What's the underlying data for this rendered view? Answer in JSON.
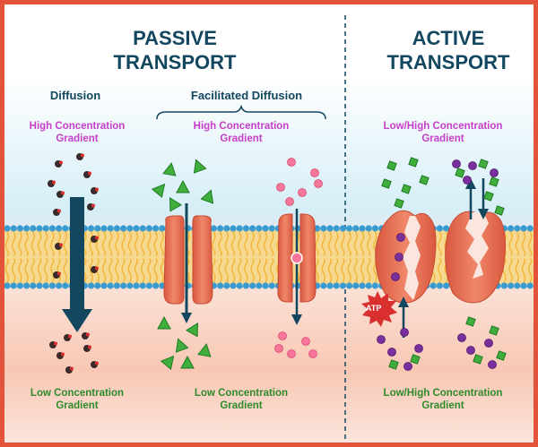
{
  "passive": {
    "title_line1": "PASSIVE",
    "title_line2": "TRANSPORT",
    "diffusion_label": "Diffusion",
    "facilitated_label": "Facilitated Diffusion",
    "diffusion_top_line1": "High Concentration",
    "diffusion_top_line2": "Gradient",
    "facilitated_top_line1": "High Concentration",
    "facilitated_top_line2": "Gradient",
    "diffusion_bottom_line1": "Low Concentration",
    "diffusion_bottom_line2": "Gradient",
    "facilitated_bottom_line1": "Low Concentration",
    "facilitated_bottom_line2": "Gradient"
  },
  "active": {
    "title_line1": "ACTIVE",
    "title_line2": "TRANSPORT",
    "top_line1": "Low/High Concentration",
    "top_line2": "Gradient",
    "bottom_line1": "Low/High Concentration",
    "bottom_line2": "Gradient",
    "atp_label": "ATP"
  },
  "colors": {
    "frame": "#e2533a",
    "title": "#12475f",
    "high_gradient_text": "#c63fc8",
    "low_gradient_text": "#2f8a2c",
    "arrow": "#12475f",
    "protein": "#e8745a",
    "phospholipid_head": "#3a9bd1",
    "phospholipid_tail": "#f2b233"
  }
}
